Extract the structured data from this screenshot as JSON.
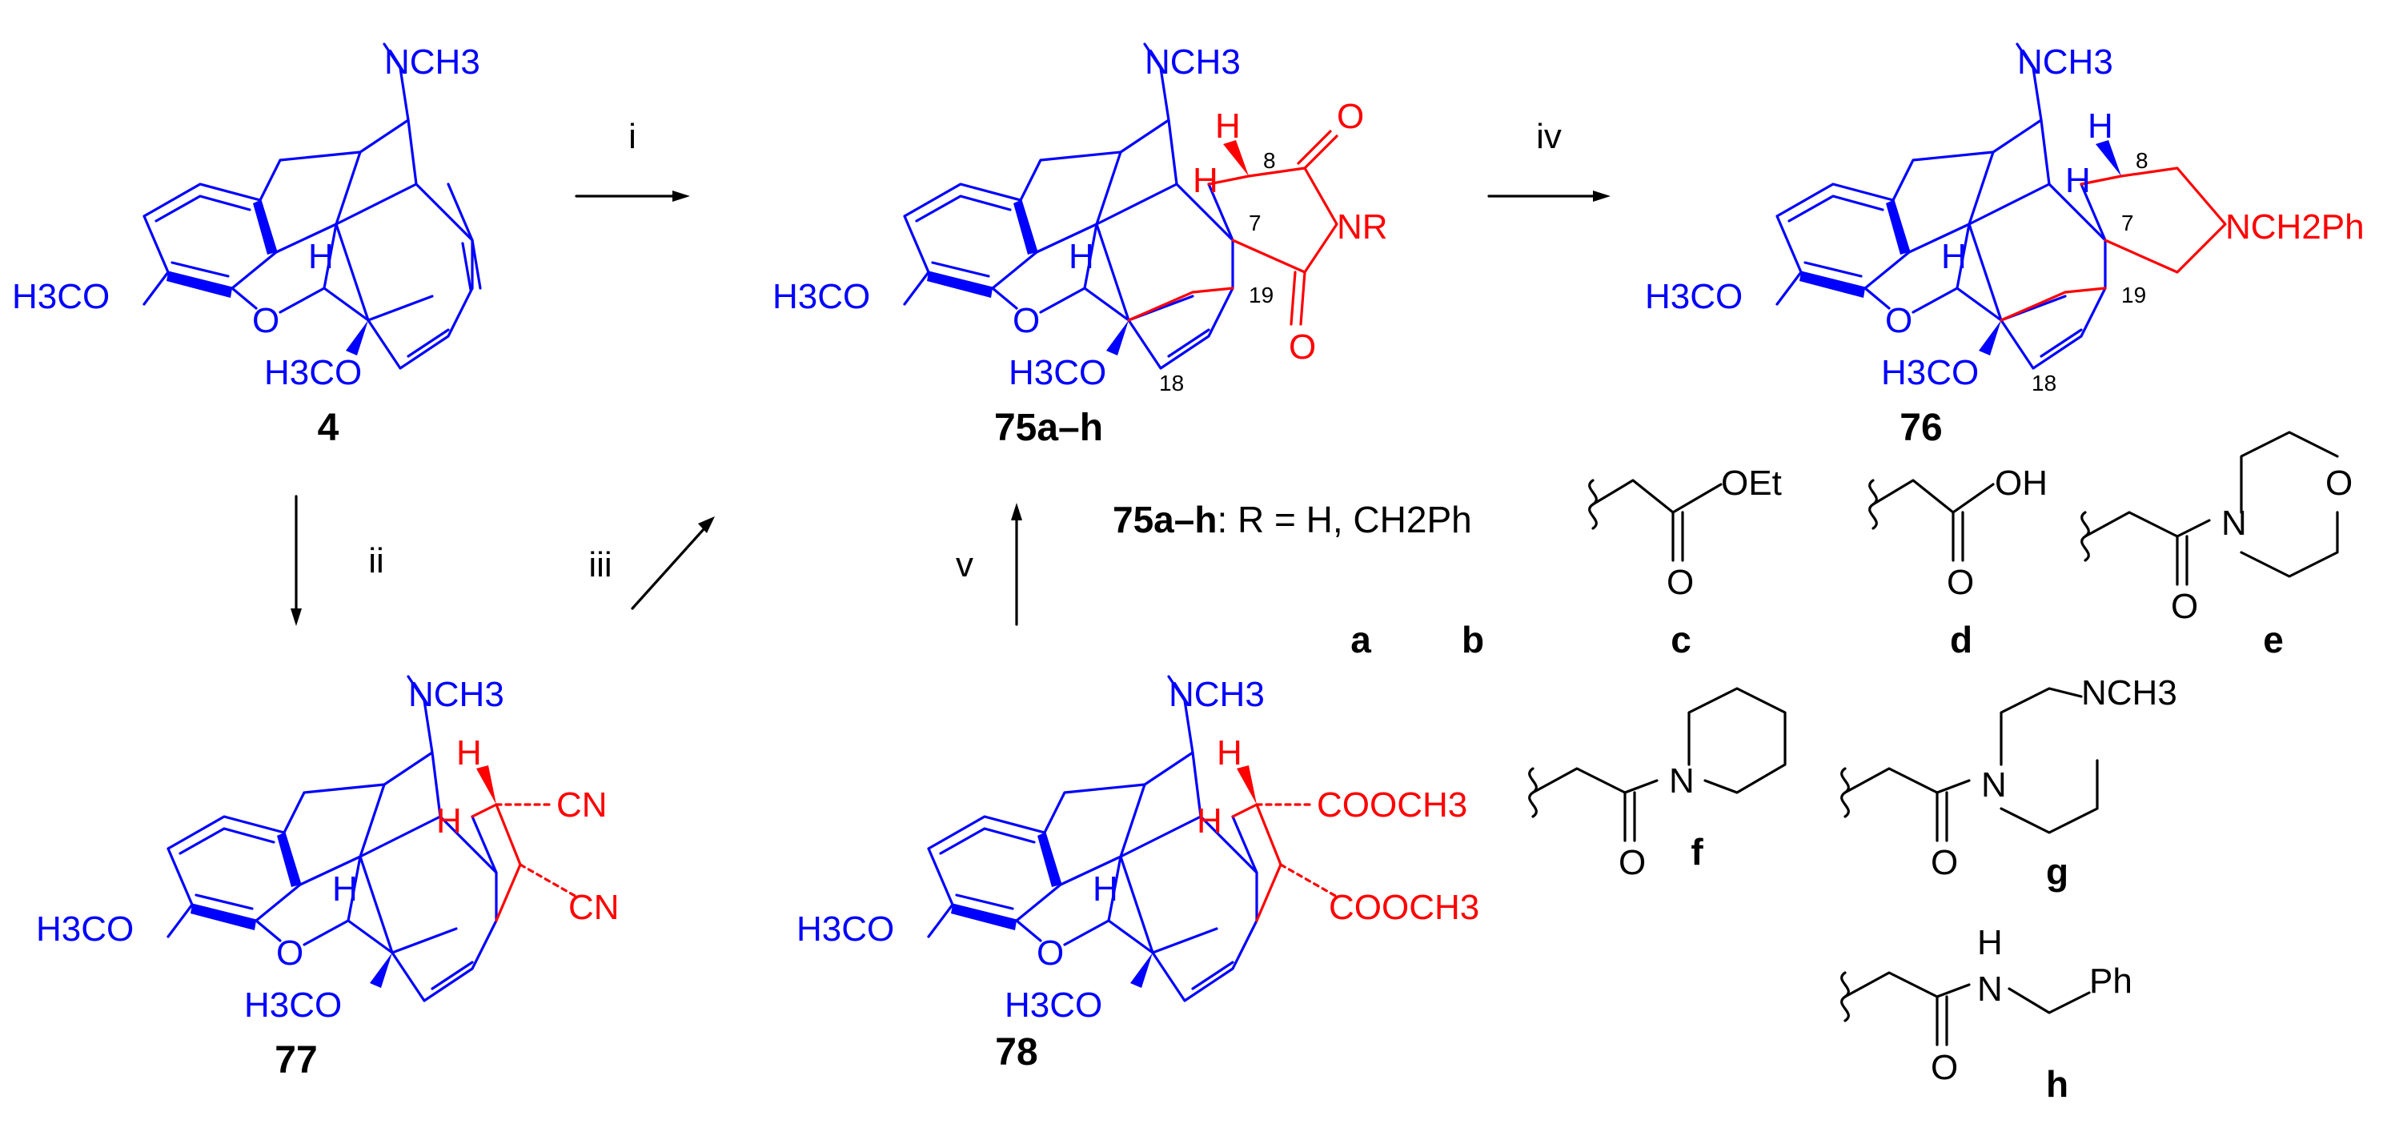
{
  "atoms": {
    "nch3": "NCH3",
    "h3co": "H3CO",
    "o": "O",
    "h": "H",
    "n": "N",
    "nr": "NR",
    "nch2ph": "NCH2Ph",
    "cn": "CN",
    "coococh3": "COOCH3",
    "oet": "OEt",
    "oh": "OH",
    "ph": "Ph",
    "ch3_tail": "CH3"
  },
  "locants": {
    "c8": "8",
    "c7": "7",
    "c19": "19",
    "c18": "18"
  },
  "compounds": {
    "c4": "4",
    "c75": "75a–h",
    "c76": "76",
    "c77": "77",
    "c78": "78"
  },
  "steps": {
    "i": "i",
    "ii": "ii",
    "iii": "iii",
    "iv": "iv",
    "v": "v"
  },
  "legend": {
    "prefix": "75a–h",
    "text": ": R = H, CH2Ph",
    "letters": [
      "a",
      "b",
      "c",
      "d",
      "e",
      "f",
      "g",
      "h"
    ]
  }
}
